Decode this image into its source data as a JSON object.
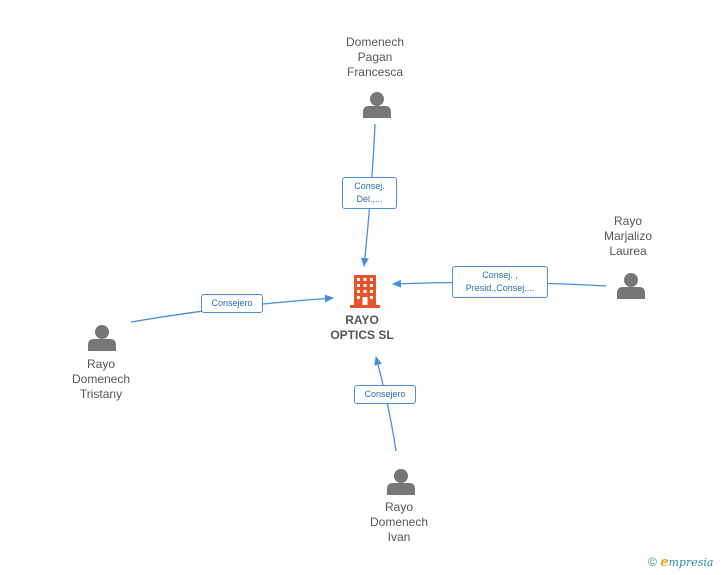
{
  "company": {
    "name": "RAYO\nOPTICS SL",
    "icon": "building-icon",
    "color": "#e8532a"
  },
  "people": [
    {
      "id": "domenech-pagan",
      "name": "Domenech\nPagan\nFrancesca",
      "icon": "person-icon"
    },
    {
      "id": "rayo-marjalizo",
      "name": "Rayo\nMarjalizo\nLaurea",
      "icon": "person-icon"
    },
    {
      "id": "rayo-tristany",
      "name": "Rayo\nDomenech\nTristany",
      "icon": "person-icon"
    },
    {
      "id": "rayo-ivan",
      "name": "Rayo\nDomenech\nIvan",
      "icon": "person-icon"
    }
  ],
  "edges": [
    {
      "from": "domenech-pagan",
      "label": "Consej.\nDel.,..."
    },
    {
      "from": "rayo-marjalizo",
      "label": "Consej. ,\nPresid.,Consej...."
    },
    {
      "from": "rayo-tristany",
      "label": "Consejero"
    },
    {
      "from": "rayo-ivan",
      "label": "Consejero"
    }
  ],
  "colors": {
    "edge": "#4a90d9",
    "person": "#777777",
    "label_text": "#2b6cb0"
  },
  "footer": {
    "copyright": "©",
    "brand_e": "e",
    "brand_rest": "mpresia"
  }
}
